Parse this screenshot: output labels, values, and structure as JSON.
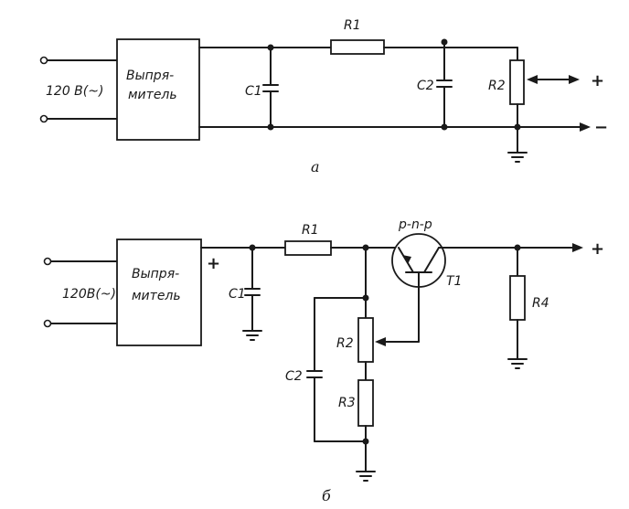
{
  "diagram_a": {
    "caption": "а",
    "input_label": "120 В(~)",
    "rectifier_line1": "Выпря-",
    "rectifier_line2": "митель",
    "c1": "C1",
    "r1": "R1",
    "c2": "C2",
    "r2": "R2",
    "plus": "+",
    "minus": "−"
  },
  "diagram_b": {
    "caption": "б",
    "input_label": "120В(~)",
    "rectifier_line1": "Выпря-",
    "rectifier_line2": "митель",
    "rect_plus": "+",
    "c1": "C1",
    "r1": "R1",
    "transistor_type": "p-n-p",
    "t1": "T1",
    "r2": "R2",
    "r3": "R3",
    "c2": "C2",
    "r4": "R4",
    "plus": "+"
  },
  "colors": {
    "ink": "#1a1a1a",
    "paper": "#ffffff"
  }
}
